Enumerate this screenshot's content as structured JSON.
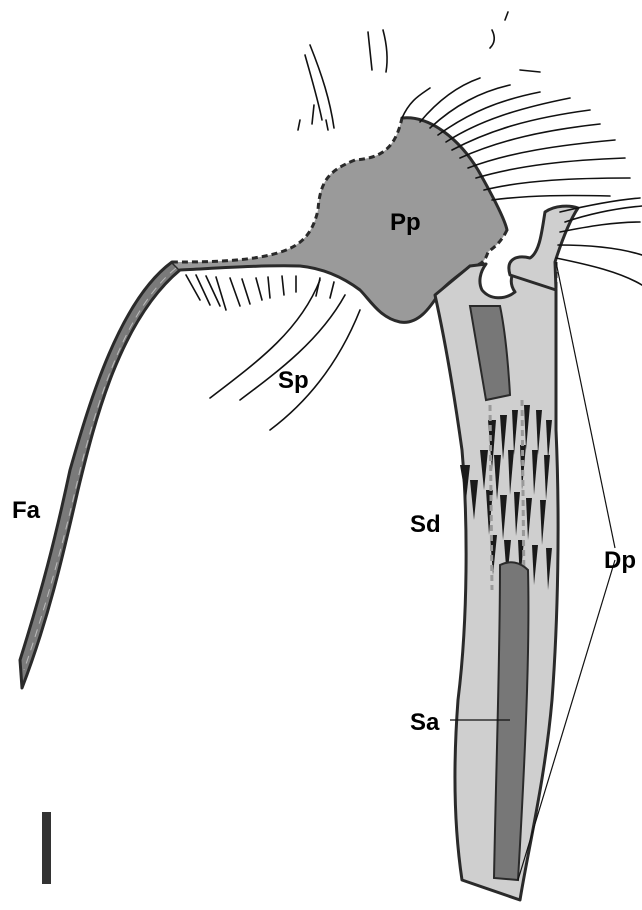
{
  "figure": {
    "labels": {
      "pp": "Pp",
      "sp": "Sp",
      "fa": "Fa",
      "sd": "Sd",
      "dp": "Dp",
      "sa": "Sa"
    },
    "colors": {
      "pp_fill": "#9a9a9a",
      "shaft_fill": "#cfcfcf",
      "inner_rod_fill": "#777777",
      "outline": "#2a2a2a",
      "fa_fill": "#7a7a7a",
      "scale_bar": "#333333"
    }
  }
}
